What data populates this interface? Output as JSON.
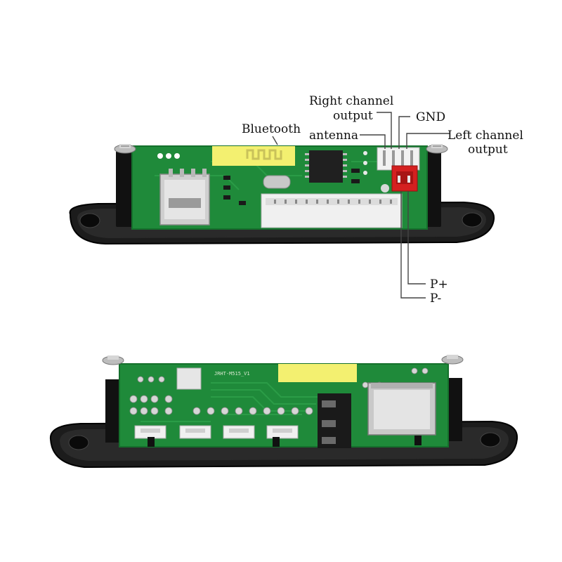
{
  "labels": {
    "right_channel_line1": "Right channel",
    "right_channel_line2": "output",
    "gnd": "GND",
    "bluetooth": "Bluetooth",
    "antenna": "antenna",
    "left_channel_line1": "Left channel",
    "left_channel_line2": "output",
    "p_plus": "P+",
    "p_minus": "P-"
  },
  "silkscreen": {
    "board_id": "JRHT-M515_V1"
  },
  "colors": {
    "pcb_green": "#1f8a3a",
    "pcb_dark_green": "#15702c",
    "bezel_black": "#1a1a1a",
    "connector_red": "#d42020",
    "connector_white": "#f2f2f2",
    "antenna_yellow": "#f3f070",
    "leader_line": "#444444"
  }
}
